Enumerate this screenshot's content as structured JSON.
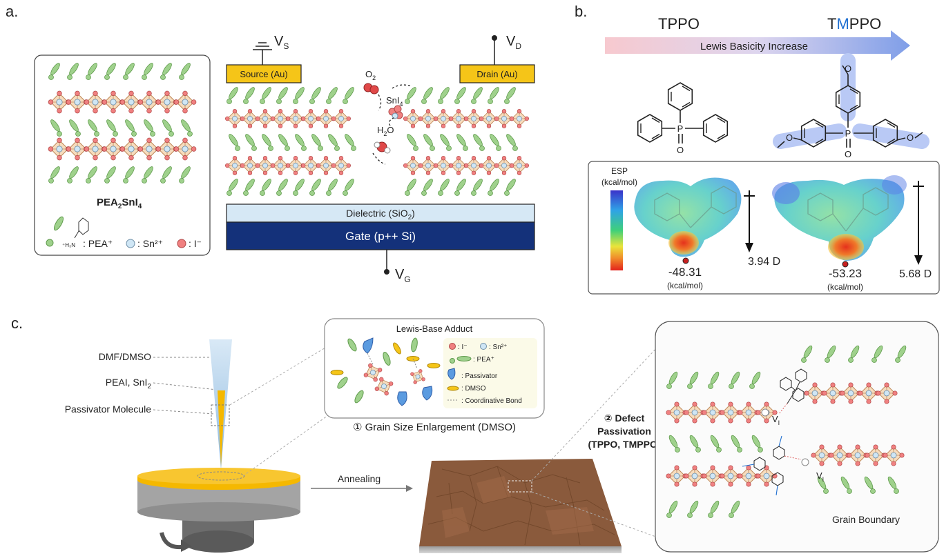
{
  "panel_a": {
    "label": "a.",
    "inset": {
      "compound_main": "PEA",
      "compound_sub": "2",
      "compound_rest": "SnI",
      "compound_sub2": "4",
      "legend_amine": "⁺H₃N",
      "legend_pea": ": PEA⁺",
      "legend_sn": ": Sn²⁺",
      "legend_i": ": I⁻"
    },
    "device": {
      "vs": "V",
      "vs_sub": "S",
      "vd": "V",
      "vd_sub": "D",
      "vg": "V",
      "vg_sub": "G",
      "source": "Source (Au)",
      "drain": "Drain (Au)",
      "o2": "O",
      "o2_sub": "2",
      "sni4": "SnI",
      "sni4_sub": "4",
      "h2o": "H",
      "h2o_sub": "2",
      "h2o_o": "O",
      "dielectric": "Dielectric (SiO",
      "dielectric_sub": "2",
      "dielectric_close": ")",
      "gate": "Gate (p++ Si)"
    }
  },
  "panel_b": {
    "label": "b.",
    "tppo": "TPPO",
    "tmppo_t": "T",
    "tmppo_m": "M",
    "tmppo_rest": "PPO",
    "arrow_label": "Lewis Basicity Increase",
    "esp_title": "ESP",
    "esp_unit": "(kcal/mol)",
    "tppo_value": "-48.31",
    "tppo_unit": "(kcal/mol)",
    "tppo_dipole": "3.94  D",
    "tmppo_value": "-53.23",
    "tmppo_unit": "(kcal/mol)",
    "tmppo_dipole": "5.68  D",
    "p_atom": "P",
    "o_atom": "O"
  },
  "panel_c": {
    "label": "c.",
    "dmf": "DMF/DMSO",
    "peai": "PEAI, SnI",
    "peai_sub": "2",
    "passivator": "Passivator Molecule",
    "annealing": "Annealing",
    "adduct_title": "Lewis-Base Adduct",
    "legend_i": ": I⁻",
    "legend_sn": ": Sn²⁺",
    "legend_pea": ": PEA⁺",
    "legend_passivator": ": Passivator",
    "legend_dmso": ": DMSO",
    "legend_bond": ": Coordinative Bond",
    "step1": "① Grain Size Enlargement (DMSO)",
    "step2_line1": "② Defect",
    "step2_line2": "Passivation",
    "step2_line3": "(TPPO, TMPPO)",
    "vi": "V",
    "vi_sub": "I",
    "grain_boundary": "Grain Boundary"
  },
  "colors": {
    "source_gold": "#f5c518",
    "dielectric": "#d6e8f5",
    "gate": "#14317a",
    "iodide": "#f08080",
    "tin": "#cfe6f5",
    "pea_green": "#8cc97a",
    "accent_blue": "#1f6fd1",
    "film": "#f5b800",
    "grain": "#8a5a3c"
  }
}
